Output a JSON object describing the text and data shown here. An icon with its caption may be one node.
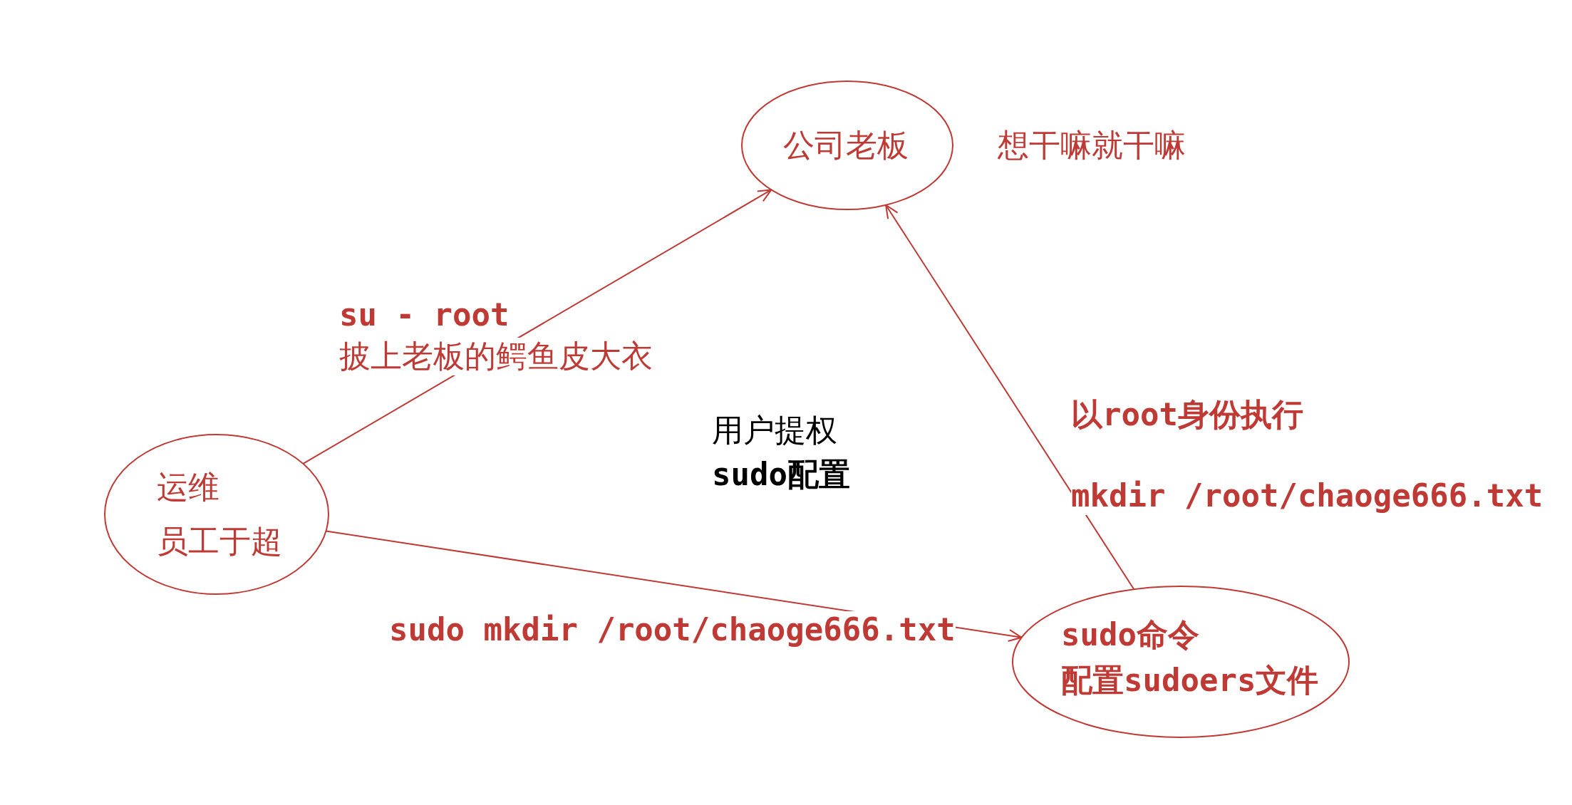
{
  "diagram": {
    "nodes": [
      {
        "text": [
          "公司老板"
        ],
        "beside": [
          "想干嘛就干嘛"
        ]
      },
      {
        "text": [
          "运维",
          "员工于超"
        ]
      },
      {
        "text": [
          "sudo命令",
          "配置sudoers文件"
        ]
      }
    ],
    "edges": [
      {
        "from": 1,
        "to": 0,
        "arrow": "to",
        "label": "su - root"
      },
      {
        "from": 1,
        "to": 2,
        "arrow": "to",
        "label": "sudo mkdir /root/chaoge666.txt"
      },
      {
        "from": 2,
        "to": 0,
        "arrow": "to",
        "label": "以root身份执行"
      }
    ],
    "labels": [
      "披上老板的鳄鱼皮大衣",
      "用户提权",
      "sudo配置",
      "mkdir /root/chaoge666.txt"
    ]
  }
}
